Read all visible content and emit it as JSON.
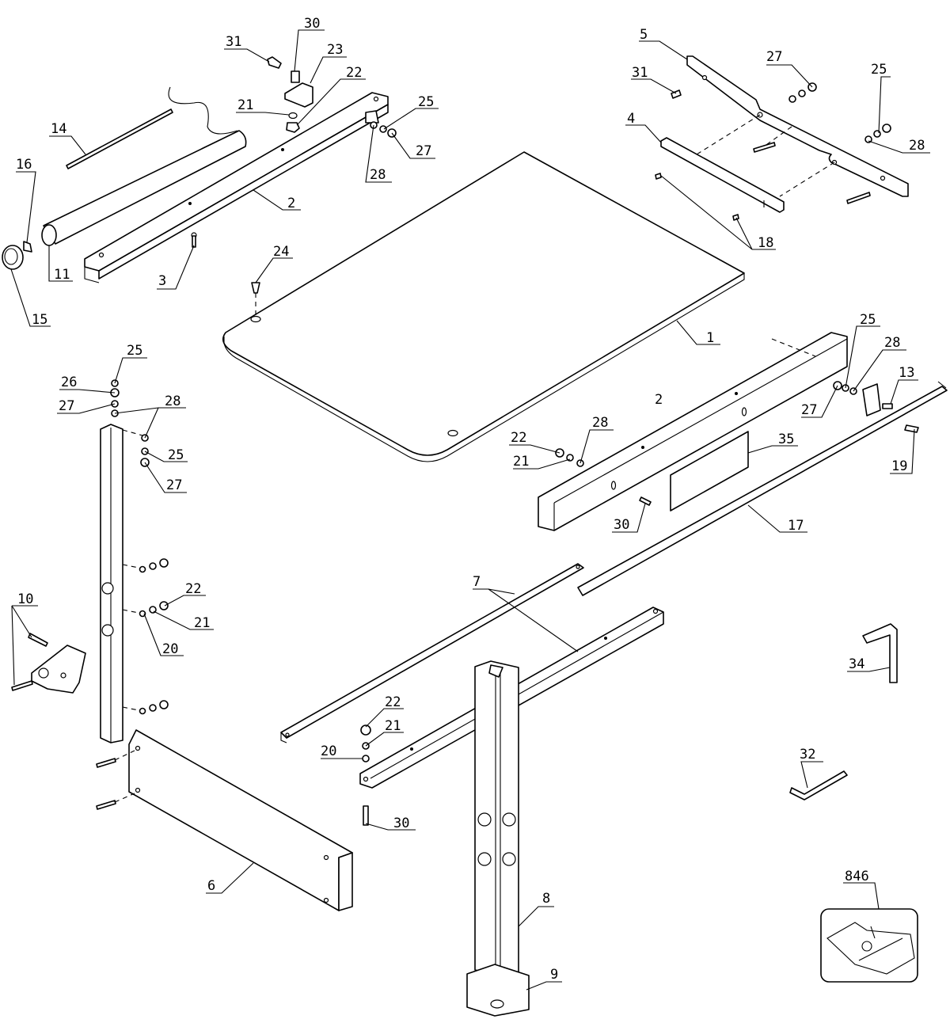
{
  "drawing": {
    "callouts": [
      "1",
      "2",
      "2",
      "3",
      "4",
      "5",
      "6",
      "7",
      "8",
      "9",
      "10",
      "11",
      "13",
      "14",
      "15",
      "16",
      "17",
      "18",
      "19",
      "20",
      "20",
      "21",
      "21",
      "21",
      "21",
      "22",
      "22",
      "22",
      "22",
      "23",
      "24",
      "25",
      "25",
      "25",
      "25",
      "25",
      "26",
      "27",
      "27",
      "27",
      "27",
      "27",
      "28",
      "28",
      "28",
      "28",
      "28",
      "30",
      "30",
      "30",
      "31",
      "31",
      "32",
      "34",
      "35",
      "846"
    ]
  }
}
